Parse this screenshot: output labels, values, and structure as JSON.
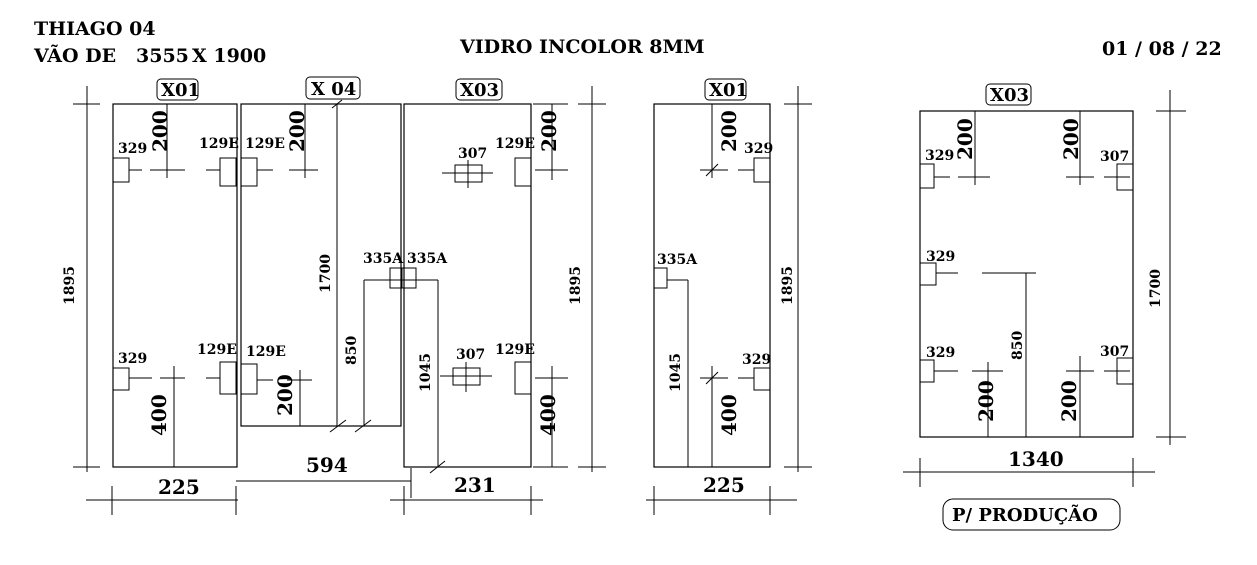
{
  "header": {
    "client": "THIAGO  04",
    "span_label": "VÃO DE",
    "span_w": "3555",
    "span_h": "X 1900",
    "title": "VIDRO INCOLOR 8MM",
    "date": "01 / 08 / 22"
  },
  "panel_a": {
    "tags": [
      "X01",
      "X 04",
      "X03"
    ],
    "heights": [
      "1895",
      "1895"
    ],
    "widths": [
      "225",
      "594",
      "231"
    ],
    "door_height": "1700",
    "d200": [
      "200",
      "200",
      "200",
      "200"
    ],
    "d400": [
      "400",
      "400"
    ],
    "d850": "850",
    "d1045": "1045",
    "parts": {
      "p329": "329",
      "p129e": "129E",
      "p307": "307",
      "p335a": "335A"
    }
  },
  "panel_b": {
    "tag": "X01",
    "height": "1895",
    "width": "225",
    "d200": "200",
    "d400": "400",
    "d1045": "1045",
    "parts": {
      "p329": "329",
      "p335a": "335A"
    }
  },
  "panel_c": {
    "tag": "X03",
    "height": "1700",
    "width": "1340",
    "d200": [
      "200",
      "200",
      "200",
      "200"
    ],
    "d850": "850",
    "parts": {
      "p329": "329",
      "p307": "307"
    }
  },
  "footer_tag": "P/ PRODUÇÃO"
}
